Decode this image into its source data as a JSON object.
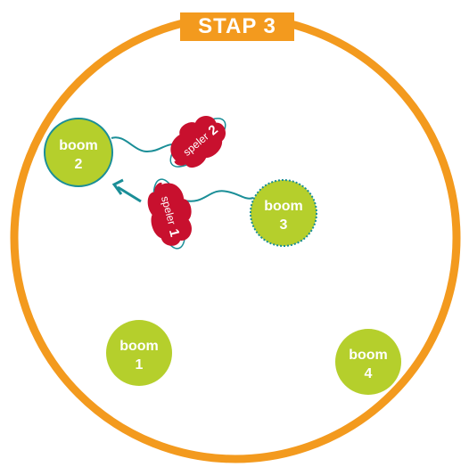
{
  "step": {
    "label": "STAP 3"
  },
  "colors": {
    "field_border": "#f39a1e",
    "tree_fill": "#b5cf2c",
    "tree_outline": "#1a8e97",
    "player_fill": "#c8102e",
    "rope": "#1a8e97",
    "arrow": "#1a8e97"
  },
  "trees": [
    {
      "id": "boom1",
      "word": "boom",
      "number": "1"
    },
    {
      "id": "boom2",
      "word": "boom",
      "number": "2"
    },
    {
      "id": "boom3",
      "word": "boom",
      "number": "3"
    },
    {
      "id": "boom4",
      "word": "boom",
      "number": "4"
    }
  ],
  "players": [
    {
      "id": "speler1",
      "word": "speler",
      "number": "1"
    },
    {
      "id": "speler2",
      "word": "speler",
      "number": "2"
    }
  ]
}
